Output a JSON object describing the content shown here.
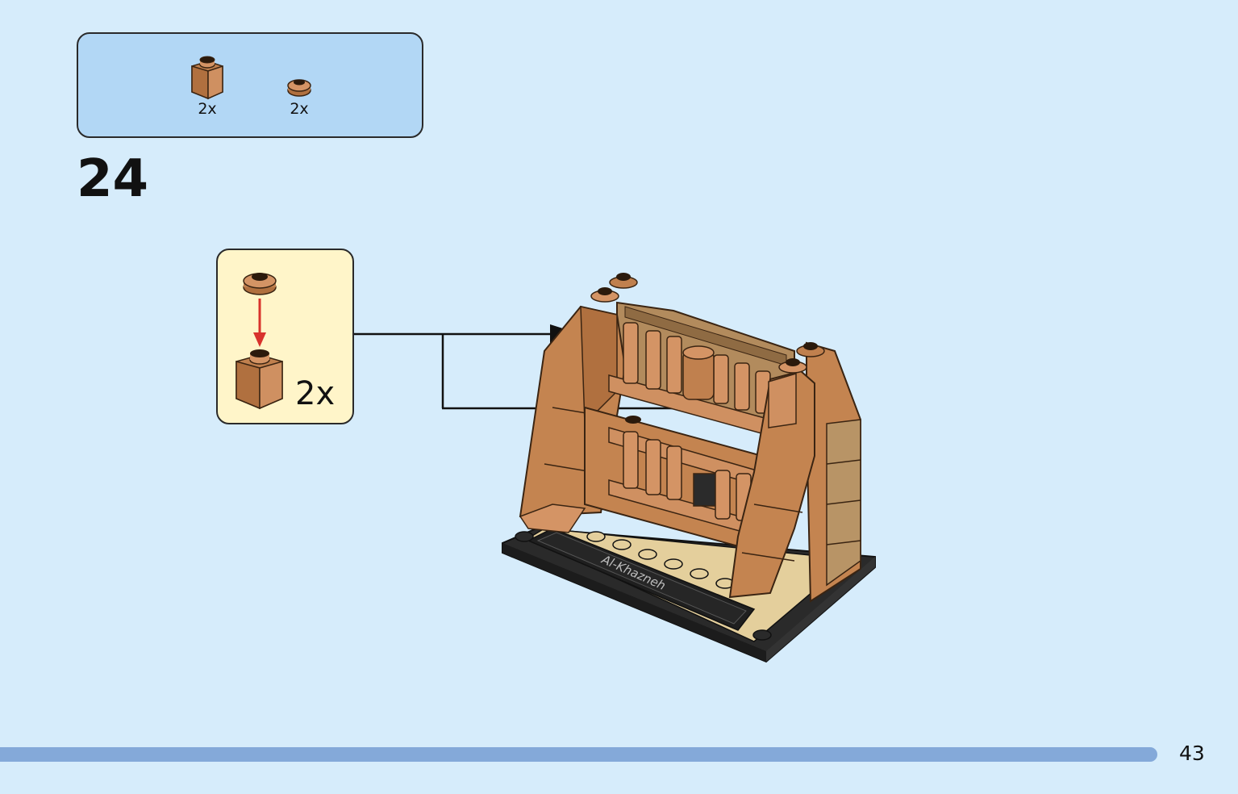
{
  "parts_list": {
    "items": [
      {
        "name": "brick-1x1-icon",
        "quantity": "2x"
      },
      {
        "name": "round-plate-1x1-icon",
        "quantity": "2x"
      }
    ]
  },
  "step": {
    "number": "24"
  },
  "subassembly": {
    "quantity": "2x"
  },
  "model": {
    "nameplate_text": "Al-Khazneh"
  },
  "progress": {
    "fraction": 0.935
  },
  "page": {
    "number": "43"
  },
  "colors": {
    "background": "#d6ecfb",
    "parts_box": "#b2d7f5",
    "callout_box": "#fff5c9",
    "brick": "#c0804e",
    "progress_bar": "#84a9d9",
    "assembly_arrow": "#d8322c"
  }
}
